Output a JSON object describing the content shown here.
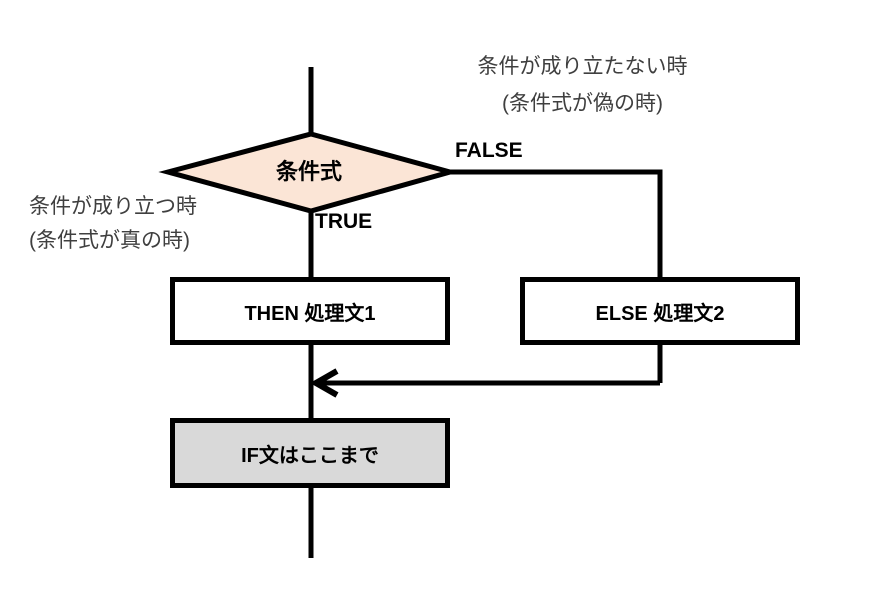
{
  "diagram": {
    "decision_label": "条件式",
    "false_label": "FALSE",
    "true_label": "TRUE",
    "false_note": {
      "line1": "条件が成り立たない時",
      "line2": "(条件式が偽の時)"
    },
    "true_note": {
      "line1": "条件が成り立つ時",
      "line2": "(条件式が真の時)"
    },
    "then_box_label": "THEN 処理文1",
    "else_box_label": "ELSE 処理文2",
    "end_box_label": "IF文はここまで",
    "colors": {
      "decision_fill": "#FBE5D6",
      "end_fill": "#D9D9D9",
      "line": "#000000",
      "note_text": "#3F3F3F"
    }
  }
}
